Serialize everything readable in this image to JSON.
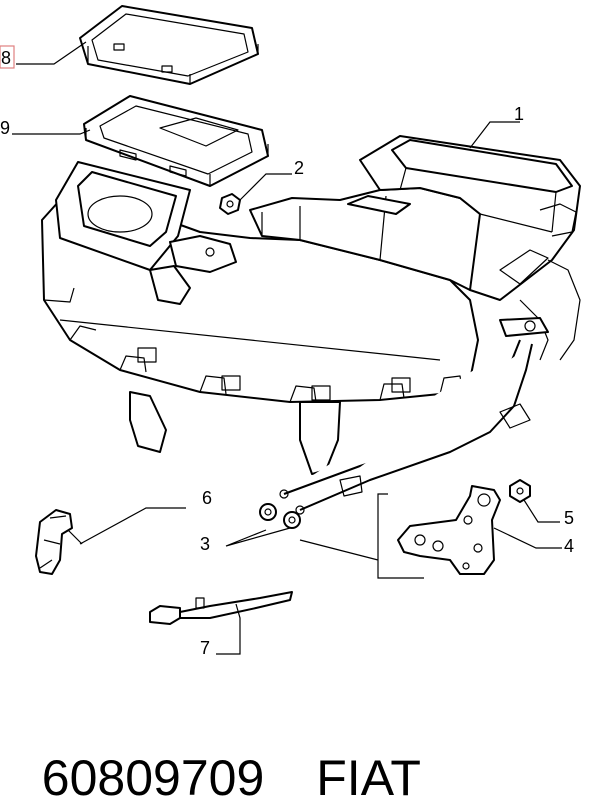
{
  "callouts": [
    {
      "id": "1",
      "label": "1"
    },
    {
      "id": "2",
      "label": "2"
    },
    {
      "id": "3",
      "label": "3"
    },
    {
      "id": "4",
      "label": "4"
    },
    {
      "id": "5",
      "label": "5"
    },
    {
      "id": "6",
      "label": "6"
    },
    {
      "id": "7",
      "label": "7"
    },
    {
      "id": "8",
      "label": "8"
    },
    {
      "id": "9",
      "label": "9"
    }
  ],
  "caption": {
    "part_number": "60809709",
    "brand": "FIAT"
  },
  "colors": {
    "line": "#000000",
    "highlight": "#e08080",
    "stipple": "#cfcfcf"
  }
}
